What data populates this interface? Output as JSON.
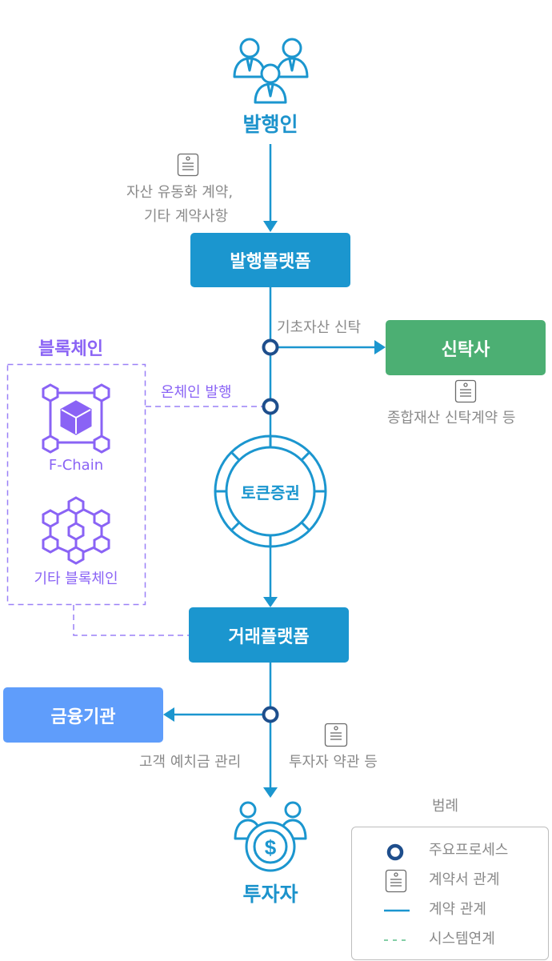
{
  "nodes": {
    "issuer": {
      "label": "발행인",
      "icon": "people-group-icon"
    },
    "issuance_platform": {
      "label": "발행플랫폼"
    },
    "trust_company": {
      "label": "신탁사"
    },
    "token_security": {
      "label": "토큰증권"
    },
    "trading_platform": {
      "label": "거래플랫폼"
    },
    "financial_institution": {
      "label": "금융기관"
    },
    "investor": {
      "label": "투자자",
      "icon": "investors-coin-icon"
    }
  },
  "blockchain": {
    "title": "블록체인",
    "items": [
      {
        "label": "F-Chain",
        "icon": "blockchain-cube-network-icon"
      },
      {
        "label": "기타 블록체인",
        "icon": "hexagon-cube-network-icon"
      }
    ]
  },
  "edge_labels": {
    "issuer_contract_line1": "자산 유동화 계약,",
    "issuer_contract_line2": "기타 계약사항",
    "asset_trust": "기초자산 신탁",
    "trust_contract": "종합재산 신탁계약 등",
    "onchain_issuance": "온체인 발행",
    "deposit_management": "고객 예치금 관리",
    "investor_terms": "투자자 약관 등"
  },
  "legend": {
    "title": "범례",
    "items": [
      {
        "label": "주요프로세스",
        "icon": "process-circle-icon"
      },
      {
        "label": "계약서 관계",
        "icon": "document-icon"
      },
      {
        "label": "계약 관계",
        "icon": "solid-line-icon"
      },
      {
        "label": "시스템연계",
        "icon": "dashed-line-icon"
      }
    ]
  },
  "colors": {
    "primary_blue": "#1b96cf",
    "process_node": "#1e4e8c",
    "trust_green": "#4caf73",
    "finance_blue": "#5f9dfb",
    "blockchain_purple": "#8a63f5",
    "text_gray": "#8a8a8a",
    "legend_dashed_green": "#5cbf8a"
  }
}
